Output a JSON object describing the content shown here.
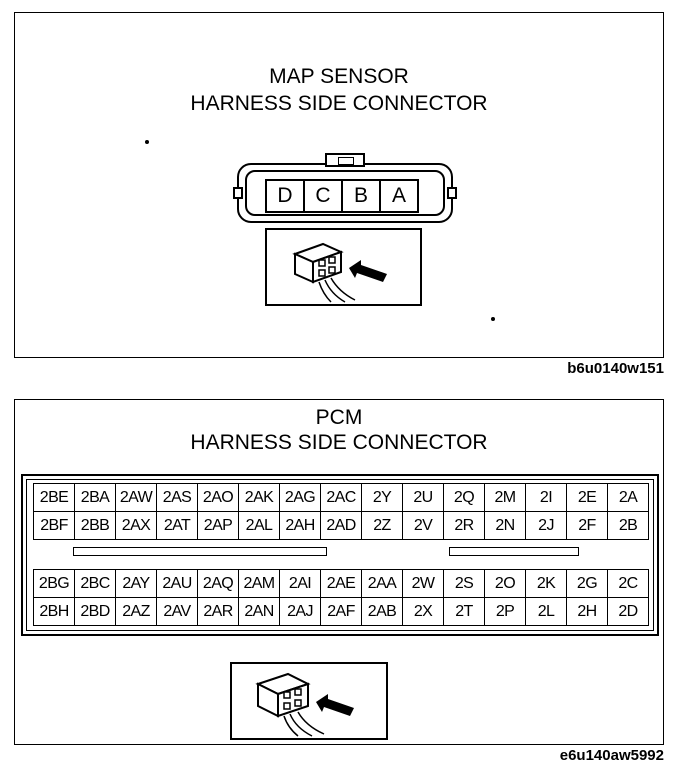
{
  "map_panel": {
    "title_line1": "MAP SENSOR",
    "title_line2": "HARNESS SIDE CONNECTOR",
    "pins": [
      "D",
      "C",
      "B",
      "A"
    ],
    "ref_code": "b6u0140w151"
  },
  "pcm_panel": {
    "title_line1": "PCM",
    "title_line2": "HARNESS SIDE CONNECTOR",
    "ref_code": "e6u140aw5992",
    "top_block": [
      [
        "2BE",
        "2BA",
        "2AW",
        "2AS",
        "2AO",
        "2AK",
        "2AG",
        "2AC",
        "2Y",
        "2U",
        "2Q",
        "2M",
        "2I",
        "2E",
        "2A"
      ],
      [
        "2BF",
        "2BB",
        "2AX",
        "2AT",
        "2AP",
        "2AL",
        "2AH",
        "2AD",
        "2Z",
        "2V",
        "2R",
        "2N",
        "2J",
        "2F",
        "2B"
      ]
    ],
    "bottom_block": [
      [
        "2BG",
        "2BC",
        "2AY",
        "2AU",
        "2AQ",
        "2AM",
        "2AI",
        "2AE",
        "2AA",
        "2W",
        "2S",
        "2O",
        "2K",
        "2G",
        "2C"
      ],
      [
        "2BH",
        "2BD",
        "2AZ",
        "2AV",
        "2AR",
        "2AN",
        "2AJ",
        "2AF",
        "2AB",
        "2X",
        "2T",
        "2P",
        "2L",
        "2H",
        "2D"
      ]
    ]
  },
  "icons": {
    "view_direction": "connector-view-arrow-icon"
  }
}
